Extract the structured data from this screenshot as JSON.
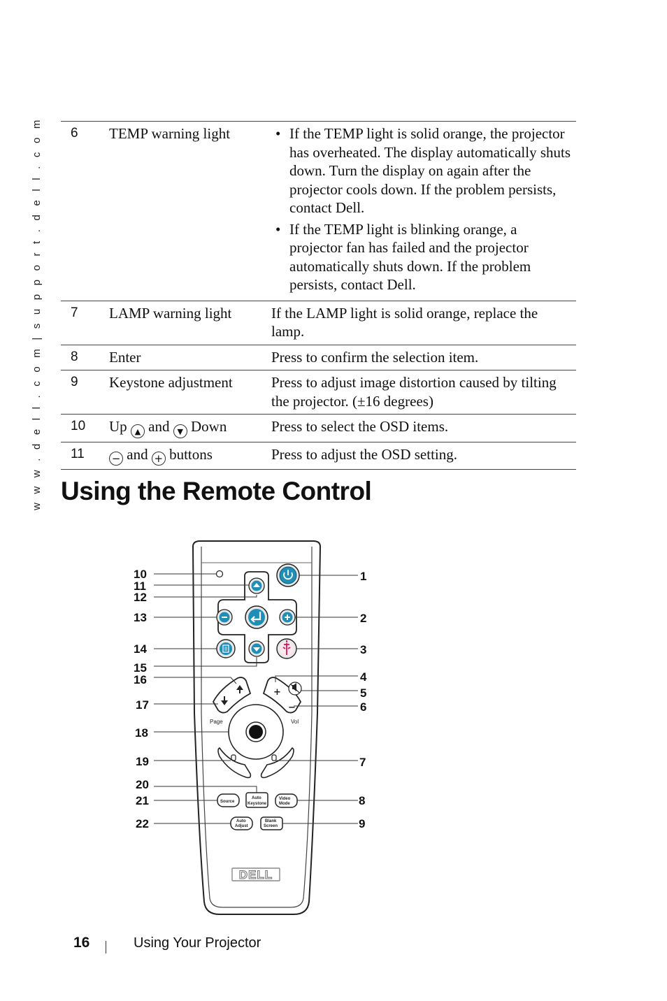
{
  "side_text": "w w w . d e l l . c o m  |  s u p p o r t . d e l l . c o m",
  "table_rows": [
    {
      "num": "6",
      "label": "TEMP warning light",
      "bullets": [
        "If the TEMP light is solid orange, the projector has overheated. The display automatically shuts down. Turn the display on again after the projector cools down. If the problem persists, contact Dell.",
        "If the TEMP light is blinking orange, a projector fan has failed and the projector automatically shuts down. If the problem persists, contact Dell."
      ]
    },
    {
      "num": "7",
      "label": "LAMP warning light",
      "desc": "If the LAMP light is solid orange, replace the lamp."
    },
    {
      "num": "8",
      "label": "Enter",
      "desc": "Press to confirm the selection item."
    },
    {
      "num": "9",
      "label": "Keystone adjustment",
      "desc": "Press to adjust image distortion caused by tilting the projector. (±16 degrees)"
    },
    {
      "num": "10",
      "label_parts": [
        "Up",
        "and",
        "Down"
      ],
      "desc": "Press to select the OSD items."
    },
    {
      "num": "11",
      "label_parts": [
        "and",
        "buttons"
      ],
      "desc": "Press to adjust the OSD setting."
    }
  ],
  "section_title": "Using the Remote Control",
  "remote": {
    "left_callouts": [
      "10",
      "11",
      "12",
      "13",
      "14",
      "15",
      "16",
      "17",
      "18",
      "19",
      "20",
      "21",
      "22"
    ],
    "right_callouts": [
      "1",
      "2",
      "3",
      "4",
      "5",
      "6",
      "7",
      "8",
      "9"
    ],
    "page_label": "Page",
    "vol_label": "Vol",
    "button_labels": {
      "source": "Source",
      "auto_keystone": [
        "Auto",
        "Keystone"
      ],
      "video_mode": [
        "Video",
        "Mode"
      ],
      "auto_adjust": [
        "Auto",
        "Adjust"
      ],
      "blank_screen": [
        "Blank",
        "Screen"
      ]
    },
    "logo": "DELL",
    "accent_color": "#1f8fb8",
    "lamp_icon_color": "#d4145a"
  },
  "footer": {
    "page_number": "16",
    "title": "Using Your Projector"
  }
}
